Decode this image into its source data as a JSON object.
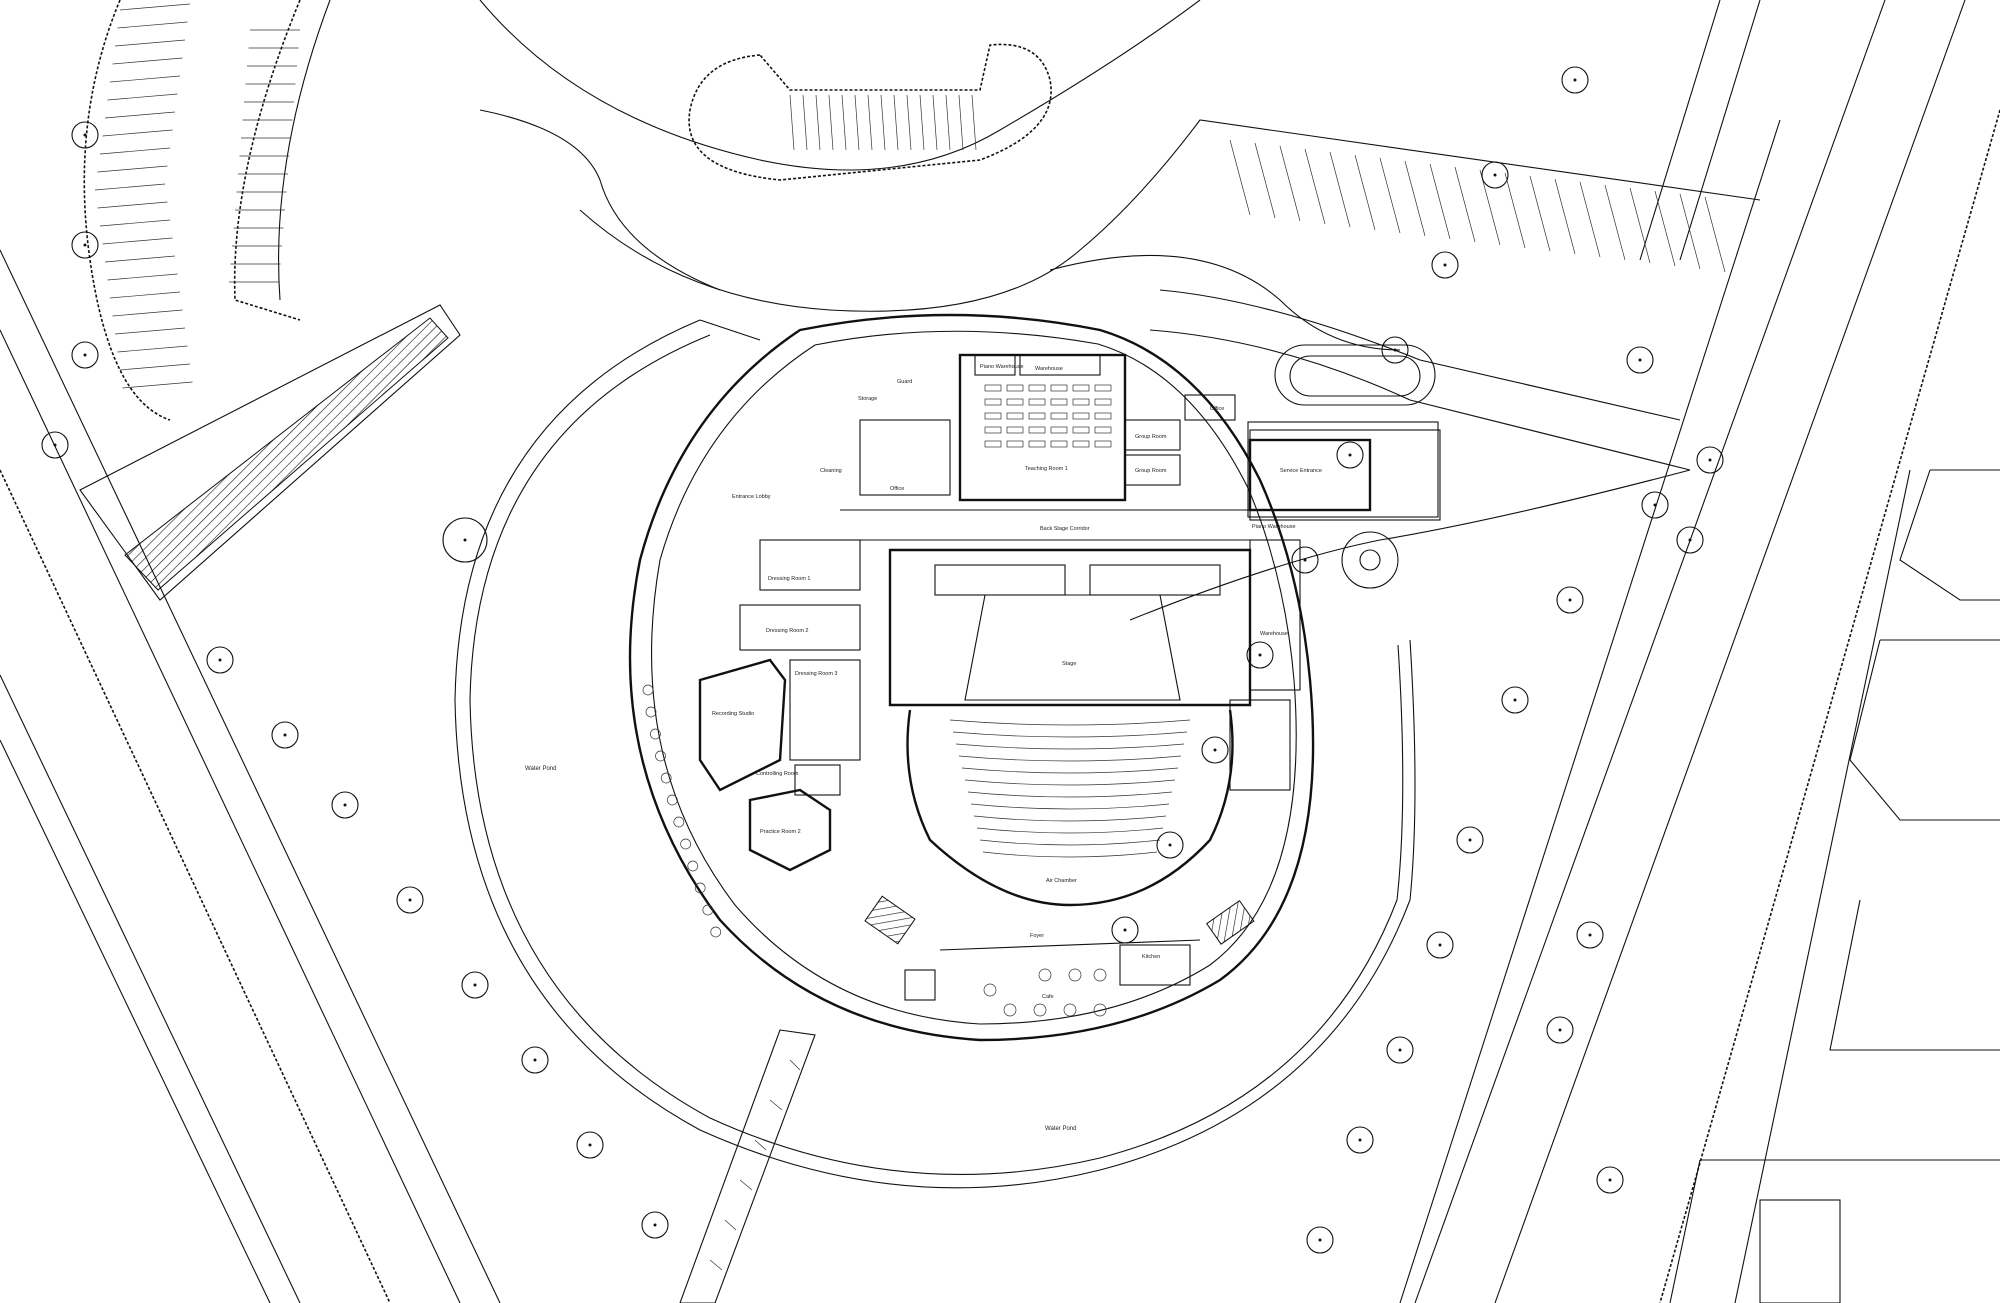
{
  "labels": {
    "water_pond_1": "Water Pond",
    "water_pond_2": "Water Pond",
    "entrance_lobby": "Entrance Lobby",
    "back_stage_corridor": "Back Stage Corridor",
    "stage": "Stage",
    "air_chamber": "Air Chamber",
    "foyer": "Foyer",
    "cafe": "Cafe",
    "kitchen": "Kitchen",
    "warehouse_top": "Warehouse",
    "warehouse_right": "Warehouse",
    "piano_warehouse_top": "Piano Warehouse",
    "piano_warehouse_right": "Piano Warehouse",
    "teaching_room_1": "Teaching Room 1",
    "group_room_1": "Group Room",
    "group_room_2": "Group Room",
    "office_left": "Office",
    "office_right": "Office",
    "service_entrance": "Service Entrance",
    "dressing_room_1": "Dressing Room 1",
    "dressing_room_2": "Dressing Room 2",
    "dressing_room_3": "Dressing Room 3",
    "recording_studio": "Recording Studio",
    "controlling_room": "Controlling Room",
    "practice_room_2": "Practice Room 2",
    "guard": "Guard",
    "storage": "Storage",
    "cleaning": "Cleaning"
  },
  "colors": {
    "line": "#111111",
    "paper": "#ffffff"
  }
}
